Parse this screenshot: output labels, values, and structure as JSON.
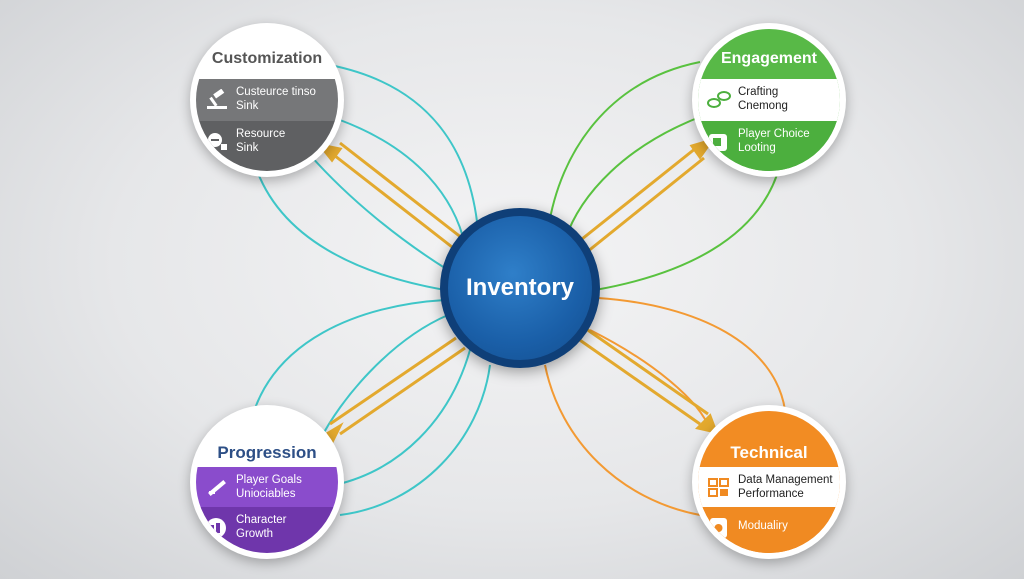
{
  "hub": {
    "title": "Inventory",
    "color": "#1a5fa8"
  },
  "nodes": {
    "customization": {
      "title": "Customization",
      "items": [
        {
          "lines": [
            "Custeurce tinso",
            "Sink"
          ],
          "icon": "hammer-icon"
        },
        {
          "lines": [
            "Resource",
            "Sink"
          ],
          "icon": "character-icon"
        }
      ],
      "color": "#6b6d70",
      "line_color": "#3ec6c8"
    },
    "engagement": {
      "title": "Engagement",
      "items": [
        {
          "lines": [
            "Crafting",
            "Cnemong"
          ],
          "icon": "chain-icon"
        },
        {
          "lines": [
            "Player Choice",
            "Looting"
          ],
          "icon": "chest-icon"
        }
      ],
      "color": "#4caf3e",
      "line_color": "#59c23f"
    },
    "progression": {
      "title": "Progression",
      "items": [
        {
          "lines": [
            "Player Goals",
            "Uniociables"
          ],
          "icon": "sword-icon"
        },
        {
          "lines": [
            "Character",
            "Growth"
          ],
          "icon": "growth-icon"
        }
      ],
      "color": "#7e3fc0",
      "line_color": "#3ec6c8"
    },
    "technical": {
      "title": "Technical",
      "items": [
        {
          "lines": [
            "Data Management",
            "Performance"
          ],
          "icon": "grid-icon"
        },
        {
          "lines": [
            "Modualiry"
          ],
          "icon": "document-icon"
        }
      ],
      "color": "#f08a22",
      "line_color": "#f39a33"
    }
  },
  "arrow_color": "#e3a92e"
}
